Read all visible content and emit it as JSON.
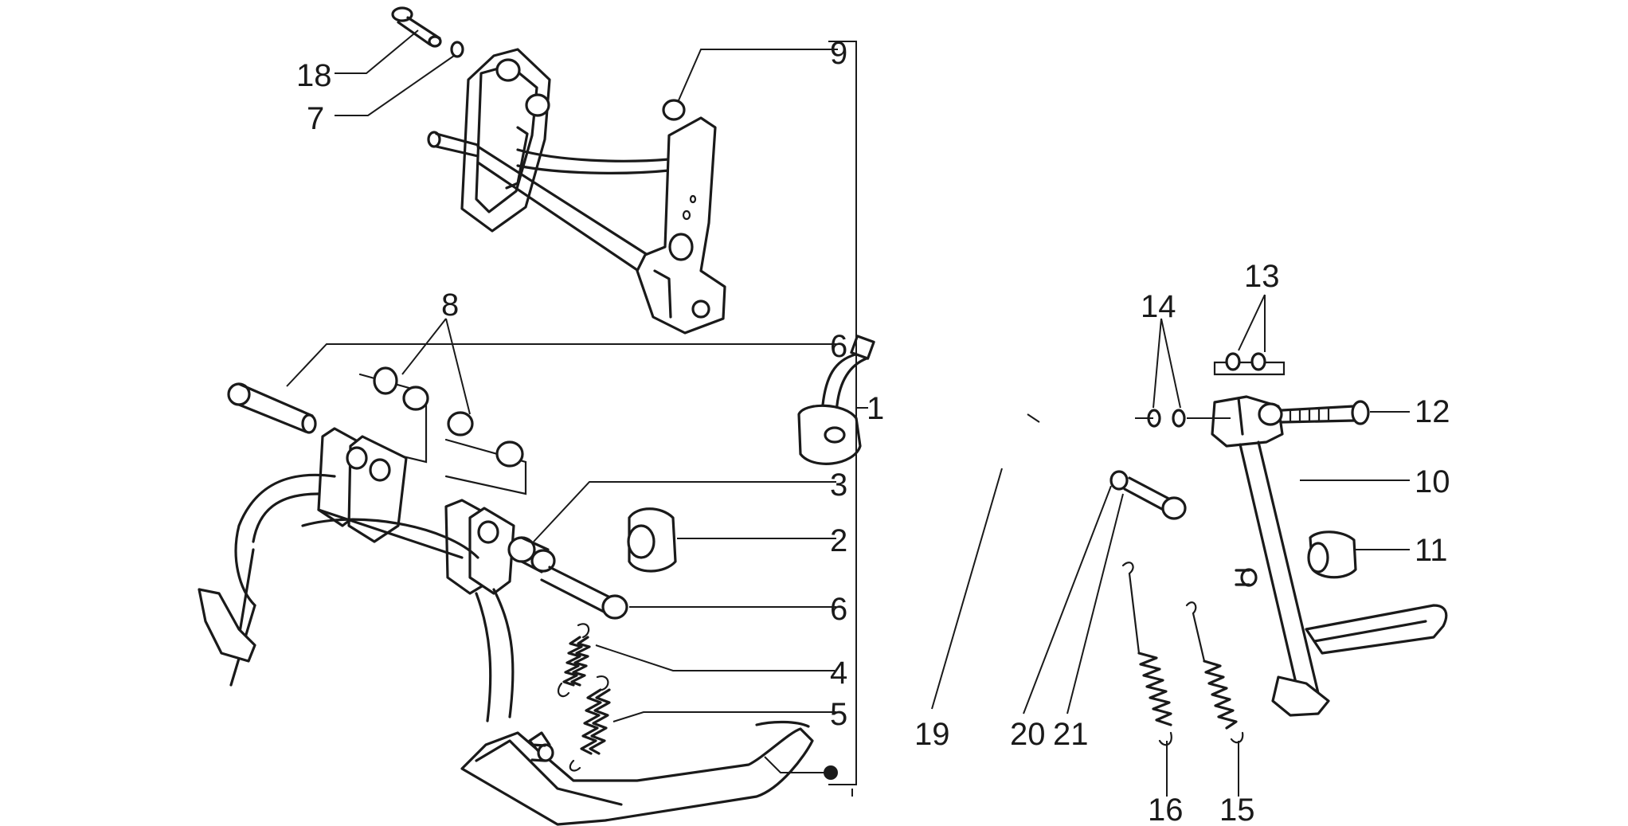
{
  "callouts": {
    "c1": "1",
    "c2": "2",
    "c3": "3",
    "c4": "4",
    "c5": "5",
    "c6a": "6",
    "c6b": "6",
    "c7": "7",
    "c8": "8",
    "c9": "9",
    "c10": "10",
    "c11": "11",
    "c12": "12",
    "c13": "13",
    "c14": "14",
    "c15": "15",
    "c16": "16",
    "c18": "18",
    "c19": "19",
    "c20": "20",
    "c21": "21"
  },
  "colors": {
    "line": "#1a1a1a",
    "background": "#ffffff"
  }
}
